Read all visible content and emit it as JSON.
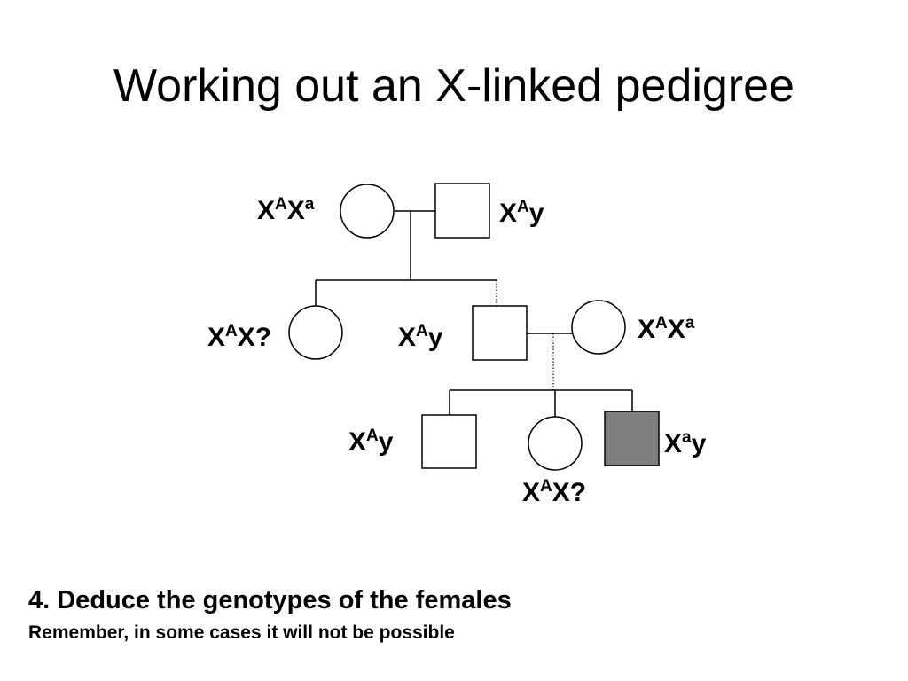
{
  "slide": {
    "title": "Working out an X-linked pedigree",
    "instruction": "4. Deduce the genotypes of the females",
    "note": "Remember, in some cases it will not be possible"
  },
  "colors": {
    "background": "#ffffff",
    "line": "#000000",
    "affected_fill": "#7f7f7f"
  },
  "individuals": [
    {
      "id": "gen1-mother",
      "sex": "female",
      "affected": false,
      "genotype": {
        "x1": "X",
        "sup1": "A",
        "x2": "X",
        "sup2": "a"
      }
    },
    {
      "id": "gen1-father",
      "sex": "male",
      "affected": false,
      "genotype": {
        "x1": "X",
        "sup1": "A",
        "x2": "y",
        "sup2": ""
      }
    },
    {
      "id": "gen2-daughter",
      "sex": "female",
      "affected": false,
      "genotype": {
        "x1": "X",
        "sup1": "A",
        "x2": "X?",
        "sup2": ""
      }
    },
    {
      "id": "gen2-son",
      "sex": "male",
      "affected": false,
      "genotype": {
        "x1": "X",
        "sup1": "A",
        "x2": "y",
        "sup2": ""
      }
    },
    {
      "id": "gen2-spouse",
      "sex": "female",
      "affected": false,
      "genotype": {
        "x1": "X",
        "sup1": "A",
        "x2": "X",
        "sup2": "a"
      }
    },
    {
      "id": "gen3-son-unaffected",
      "sex": "male",
      "affected": false,
      "genotype": {
        "x1": "X",
        "sup1": "A",
        "x2": "y",
        "sup2": ""
      }
    },
    {
      "id": "gen3-daughter",
      "sex": "female",
      "affected": false,
      "genotype": {
        "x1": "X",
        "sup1": "A",
        "x2": "X?",
        "sup2": ""
      }
    },
    {
      "id": "gen3-son-affected",
      "sex": "male",
      "affected": true,
      "genotype": {
        "x1": "X",
        "sup1": "a",
        "x2": "y",
        "sup2": ""
      }
    }
  ]
}
